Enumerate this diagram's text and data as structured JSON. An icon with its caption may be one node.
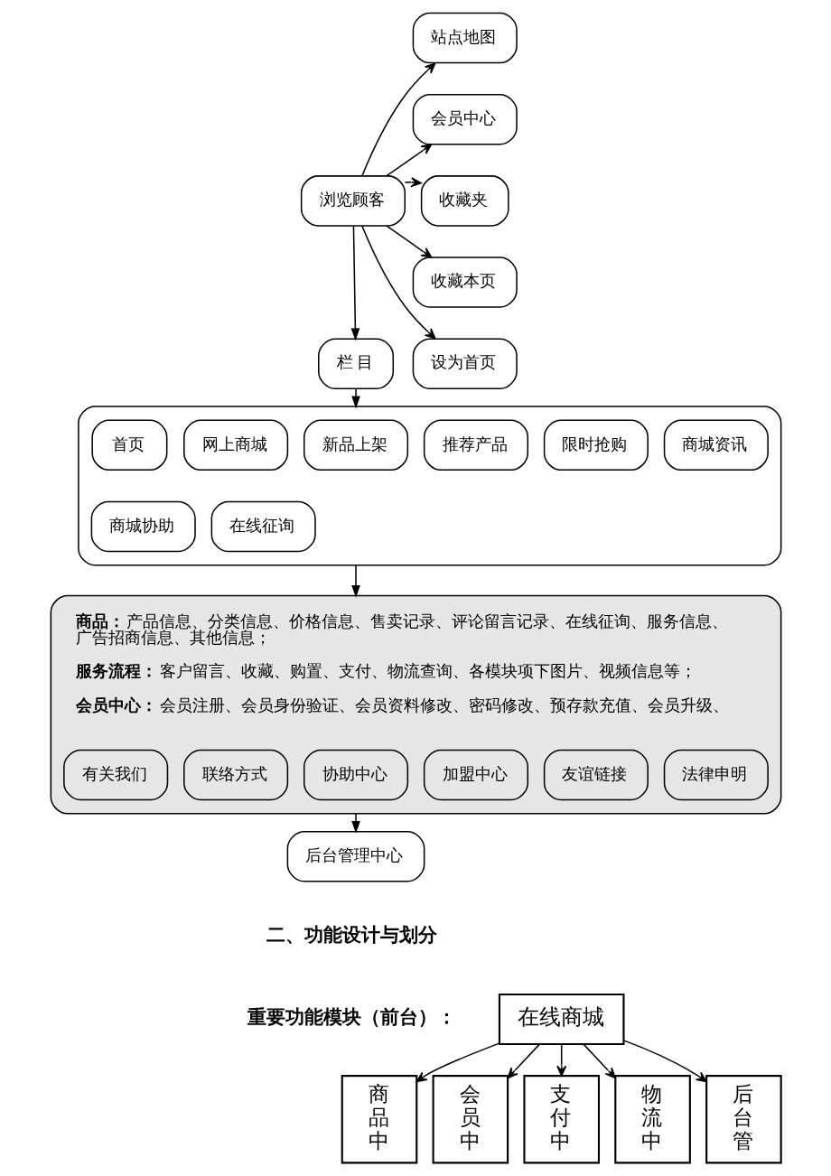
{
  "diagram": {
    "nodes": [
      {
        "text": [
          "浏览顾客"
        ]
      },
      {
        "text": [
          "站点地图"
        ]
      },
      {
        "text": [
          "会员中心"
        ]
      },
      {
        "text": [
          "收藏夹"
        ]
      },
      {
        "text": [
          "收藏本页"
        ]
      },
      {
        "text": [
          "设为首页"
        ]
      },
      {
        "text": [
          "栏 目"
        ]
      },
      {
        "text": [],
        "shape": "box"
      },
      {
        "text": [
          "首页"
        ],
        "in": 7
      },
      {
        "text": [
          "网上商城"
        ],
        "in": 7
      },
      {
        "text": [
          "新品上架"
        ],
        "in": 7
      },
      {
        "text": [
          "推荐产品"
        ],
        "in": 7
      },
      {
        "text": [
          "限时抢购"
        ],
        "in": 7
      },
      {
        "text": [
          "商城资讯"
        ],
        "in": 7
      },
      {
        "text": [
          "商城协助"
        ],
        "in": 7
      },
      {
        "text": [
          "在线征询"
        ],
        "in": 7
      },
      {
        "text": [
          "**商品：**产品信息、分类信息、价格信息、售卖记录、评论留言记录、在线征询、服务信息、广告招商信息、其他信息；",
          "**服务流程：**客户留言、收藏、购置、支付、物流查询、各模块项下图片、视频信息等；",
          "**会员中心：**会员注册、会员身份验证、会员资料修改、密码修改、预存款充值、会员升级、"
        ]
      },
      {
        "text": [
          "有关我们"
        ],
        "in": 16
      },
      {
        "text": [
          "联络方式"
        ],
        "in": 16
      },
      {
        "text": [
          "协助中心"
        ],
        "in": 16
      },
      {
        "text": [
          "加盟中心"
        ],
        "in": 16
      },
      {
        "text": [
          "友谊链接"
        ],
        "in": 16
      },
      {
        "text": [
          "法律申明"
        ],
        "in": 16
      },
      {
        "text": [
          "后台管理中心"
        ]
      },
      {
        "text": [
          "在线商城"
        ]
      },
      {
        "text": [
          "商品中"
        ]
      },
      {
        "text": [
          "会员中"
        ]
      },
      {
        "text": [
          "支付中"
        ]
      },
      {
        "text": [
          "物流中"
        ]
      },
      {
        "text": [
          "后台管"
        ]
      }
    ],
    "edges": [
      {
        "from": 0,
        "to": 1,
        "arrow": "to"
      },
      {
        "from": 0,
        "to": 2,
        "arrow": "to"
      },
      {
        "from": 0,
        "to": 3,
        "arrow": "to"
      },
      {
        "from": 0,
        "to": 4,
        "arrow": "to"
      },
      {
        "from": 0,
        "to": 5,
        "arrow": "to"
      },
      {
        "from": 0,
        "to": 6,
        "arrow": "to"
      },
      {
        "from": 6,
        "to": 7,
        "arrow": "to"
      },
      {
        "from": 7,
        "to": 16,
        "arrow": "to"
      },
      {
        "from": 16,
        "to": 23,
        "arrow": "to"
      },
      {
        "from": 24,
        "to": 25,
        "arrow": "to"
      },
      {
        "from": 24,
        "to": 26,
        "arrow": "to"
      },
      {
        "from": 24,
        "to": 27,
        "arrow": "to"
      },
      {
        "from": 24,
        "to": 28,
        "arrow": "to"
      },
      {
        "from": 24,
        "to": 29,
        "arrow": "to"
      }
    ],
    "labels": [
      "二、功能设计与划分",
      "重要功能模块（前台）："
    ]
  }
}
